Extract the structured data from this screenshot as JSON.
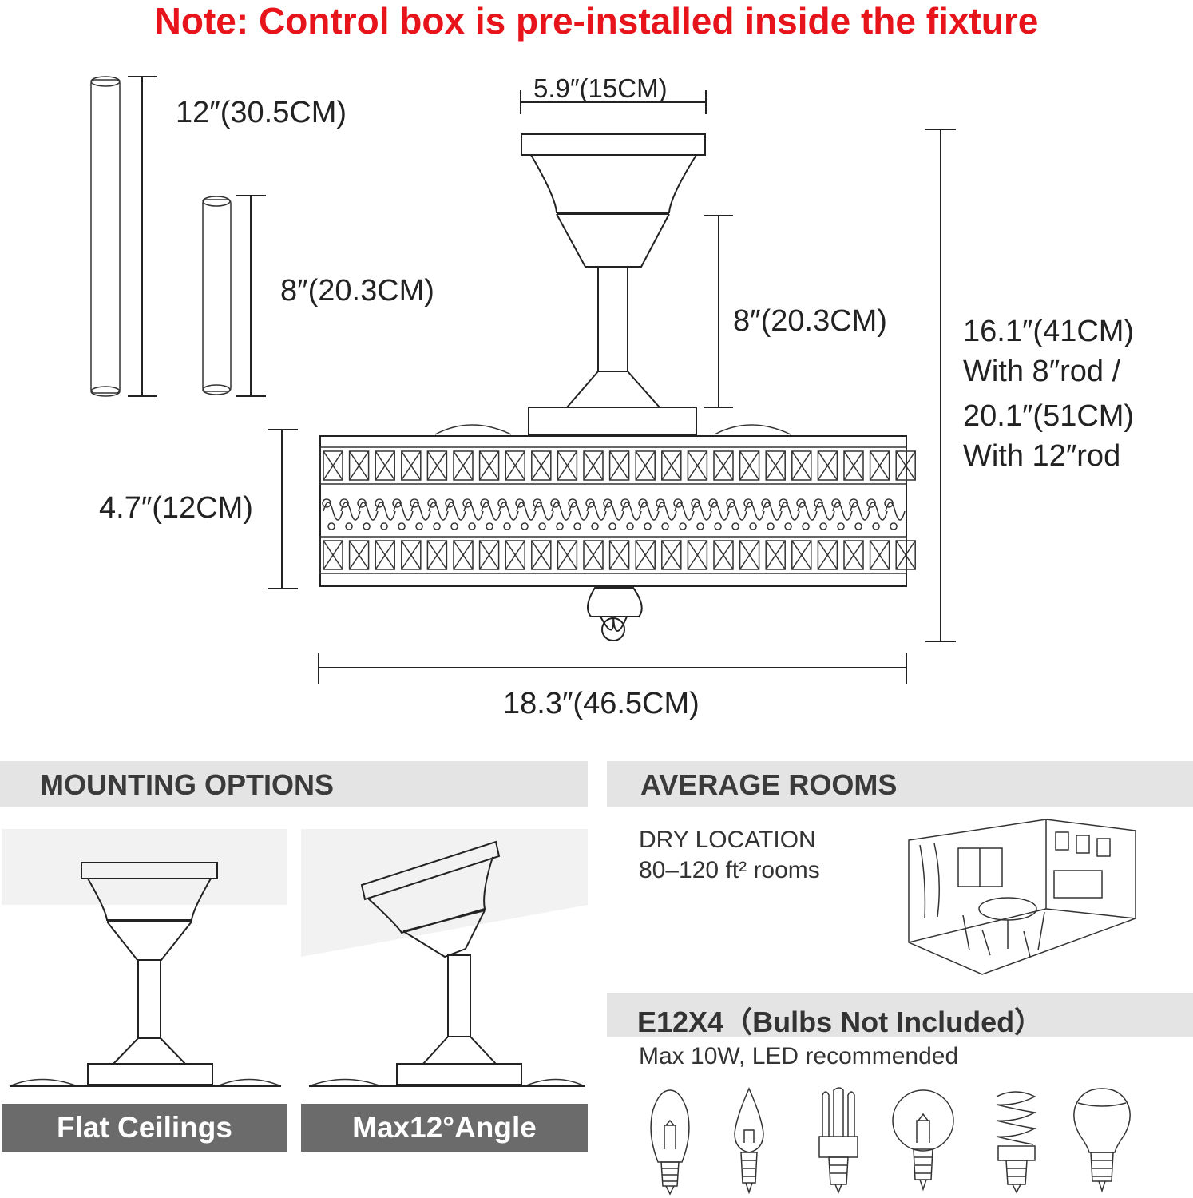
{
  "note": "Note: Control box is pre-installed inside the fixture",
  "dimensions": {
    "rod_long": "12″(30.5CM)",
    "rod_short": "8″(20.3CM)",
    "canopy_width": "5.9″(15CM)",
    "rod_installed": "8″(20.3CM)",
    "drum_height": "4.7″(12CM)",
    "total_width": "18.3″(46.5CM)",
    "total_height": [
      "16.1″(41CM)",
      "With 8″rod /",
      "20.1″(51CM)",
      "With 12″rod"
    ]
  },
  "mounting": {
    "title": "MOUNTING OPTIONS",
    "options": [
      {
        "label": "Flat Ceilings"
      },
      {
        "label": "Max12°Angle"
      }
    ]
  },
  "rooms": {
    "title": "AVERAGE ROOMS",
    "location": "DRY LOCATION",
    "size": "80–120 ft² rooms"
  },
  "bulbs": {
    "title": "E12X4（Bulbs Not Included）",
    "note": "Max 10W, LED recommended",
    "types": [
      "edison-bulb-icon",
      "candle-bulb-icon",
      "cfl-bulb-icon",
      "globe-bulb-icon",
      "spiral-bulb-icon",
      "led-bulb-icon"
    ]
  }
}
